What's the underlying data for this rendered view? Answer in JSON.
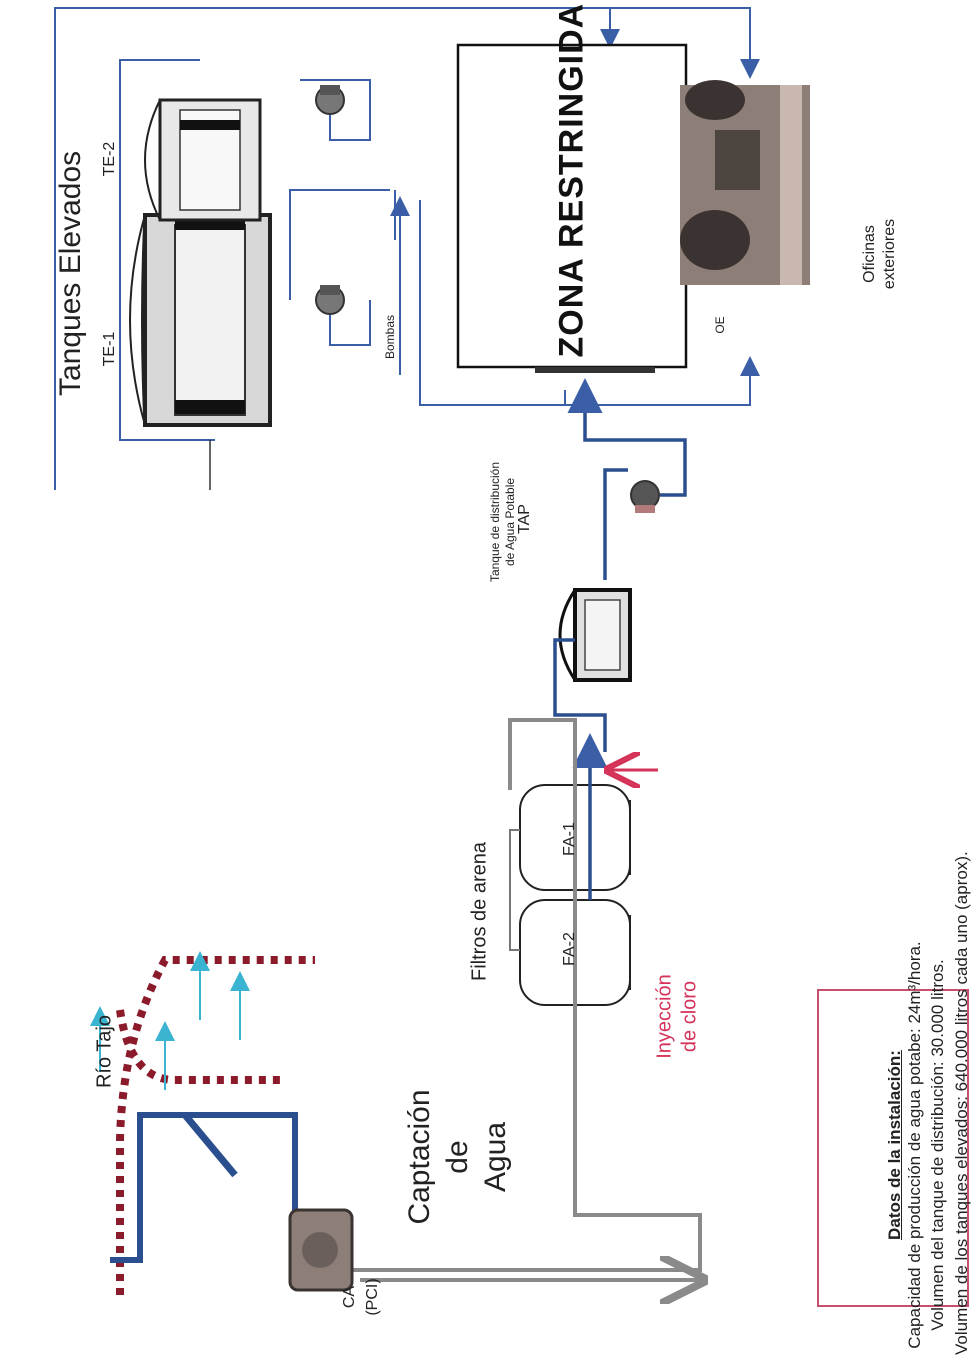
{
  "labels": {
    "tanques_elevados": "Tanques Elevados",
    "te1": "TE-1",
    "te2": "TE-2",
    "bombas": "Bombas",
    "zona": "ZONA RESTRINGIDA",
    "oe": "OE",
    "oficinas_1": "Oficinas",
    "oficinas_2": "exteriores",
    "tanque_dist_1": "Tanque de distribución",
    "tanque_dist_2": "de Agua Potable",
    "tap": "TAP",
    "filtros": "Filtros de arena",
    "fa1": "FA-1",
    "fa2": "FA-2",
    "rio": "Río Tajo",
    "captacion_1": "Captación",
    "captacion_2": "de",
    "captacion_3": "Agua",
    "cloro_1": "Inyección",
    "cloro_2": "de cloro",
    "ca": "CA",
    "pci": "(PCI)"
  },
  "notes": {
    "title": "Datos de la instalación:",
    "line1": "Capacidad de producción de agua potabe: 24m³/hora.",
    "line2": "Volumen del tanque de distribución: 30.000 litros.",
    "line3": "Volumen de los tanques elevados: 640.000 litros cada uno (aprox)."
  },
  "colors": {
    "pipe_blue": "#3a5fa6",
    "pipe_dark_blue": "#2b4e8f",
    "pipe_gray": "#8a8a8a",
    "river_dots": "#8b1a2b",
    "river_arrow": "#3ab4d0",
    "chlorine": "#d6335a",
    "note_border": "#c8506e"
  }
}
